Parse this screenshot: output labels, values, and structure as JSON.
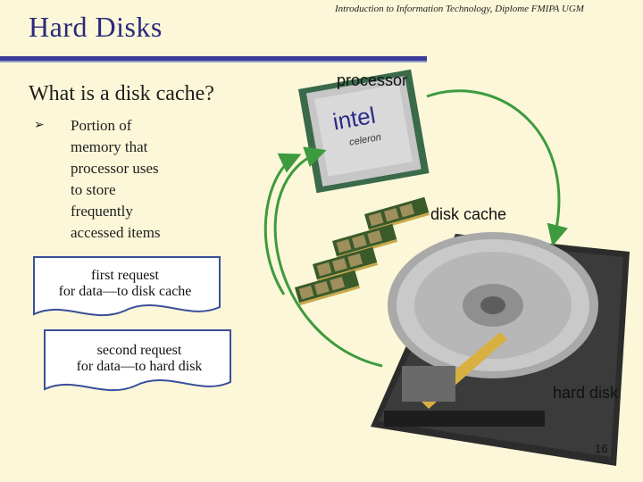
{
  "slide": {
    "title": "Hard Disks",
    "header_note": "Introduction to Information Technology, Diplome FMIPA UGM",
    "question": "What is a disk cache?",
    "bullet": "Portion of\nmemory that\nprocessor uses\nto store\nfrequently\naccessed items",
    "page_number": "16"
  },
  "diagram": {
    "labels": {
      "processor": "processor",
      "disk_cache": "disk cache",
      "hard_disk": "hard disk"
    },
    "callouts": {
      "first": "first request\nfor data—to disk cache",
      "second": "second request\nfor data—to hard disk"
    },
    "chip": {
      "brand": "intel",
      "model": "celeron"
    }
  },
  "colors": {
    "background": "#fbf7d8",
    "title": "#2a2a7a",
    "arrow": "#3e9a3e",
    "callout_border": "#3a4f9a"
  }
}
